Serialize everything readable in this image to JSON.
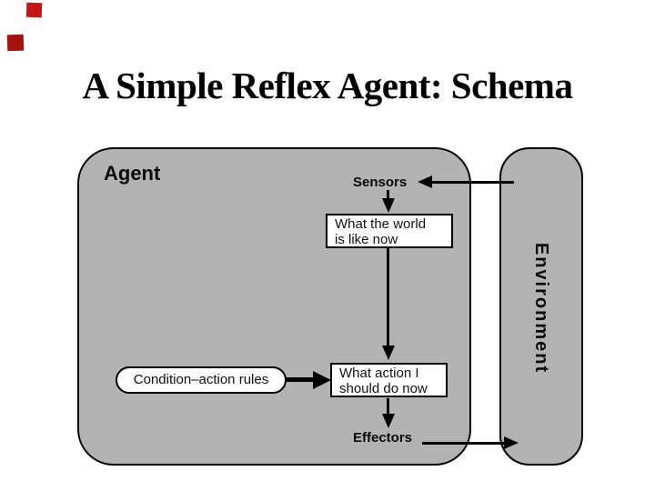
{
  "slide": {
    "title": "A Simple Reflex Agent: Schema"
  },
  "diagram": {
    "agent_label": "Agent",
    "environment_label": "Environment",
    "sensors_label": "Sensors",
    "effectors_label": "Effectors",
    "rules_label": "Condition–action rules",
    "perception_box": {
      "line1": "What the world",
      "line2": "is like now"
    },
    "action_box": {
      "line1": "What action I",
      "line2": "should do now"
    }
  },
  "colors": {
    "container_fill": "#b3b3b3",
    "container_border": "#000000",
    "node_fill": "#ffffff",
    "arrow": "#000000",
    "decoration_red_top": "#c41616",
    "decoration_red_bottom": "#a51212"
  }
}
